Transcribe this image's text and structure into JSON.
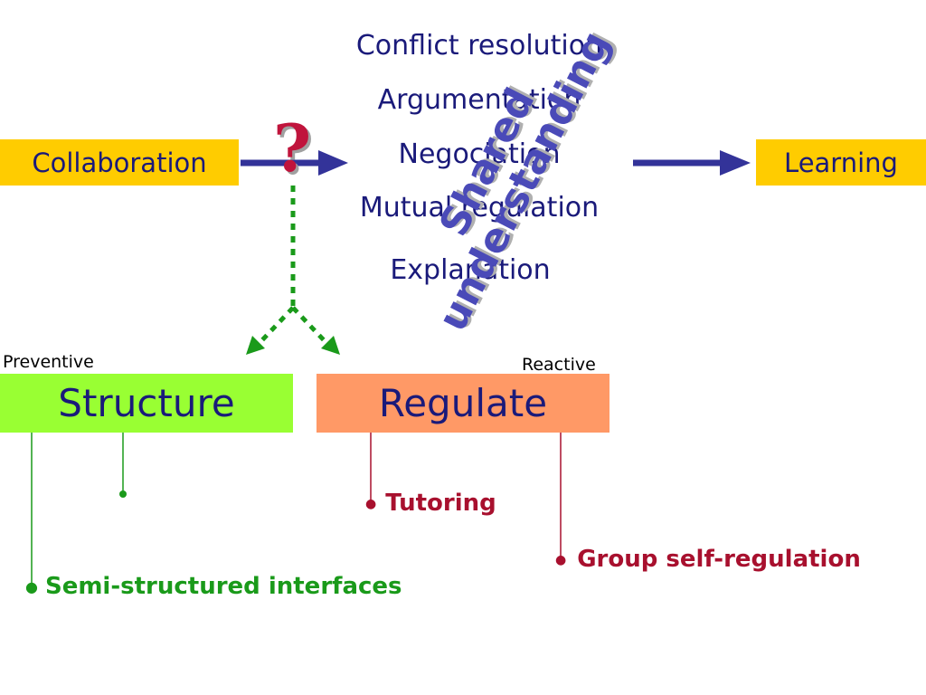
{
  "inputs": {
    "collaboration": "Collaboration",
    "learning": "Learning"
  },
  "question_mark": "?",
  "mechanisms": [
    "Conflict resolution",
    "Argumentation",
    "Negociation",
    "Mutual regulation",
    "Explanation"
  ],
  "shared_understanding": [
    "Shared",
    "understanding"
  ],
  "approaches": {
    "preventive_label": "Preventive",
    "reactive_label": "Reactive",
    "structure": "Structure",
    "regulate": "Regulate"
  },
  "items": {
    "semi_structured": "Semi-structured interfaces",
    "tutoring": "Tutoring",
    "group_self_regulation": "Group self-regulation"
  },
  "colors": {
    "box_yellow": "#ffcc00",
    "structure_green": "#99ff33",
    "regulate_orange": "#ff9966",
    "arrow_blue": "#333399",
    "dotted_green": "#1a9a1a",
    "item_red": "#a8102e",
    "shared_text": "#4a4ab8",
    "question_red": "#c0143c"
  }
}
